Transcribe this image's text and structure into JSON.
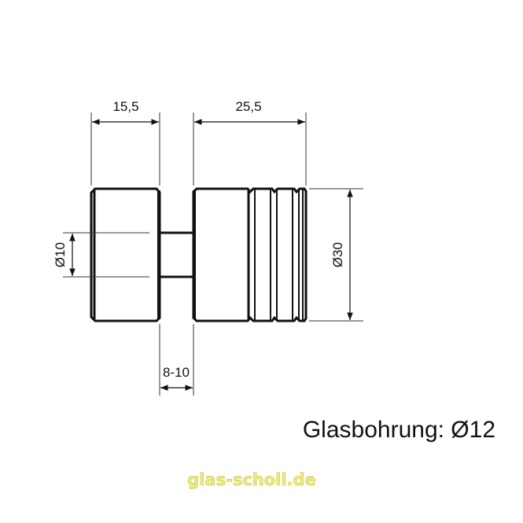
{
  "dimensions": {
    "knob_length": "15,5",
    "body_length": "25,5",
    "shaft_diameter": "Ø10",
    "outer_diameter": "Ø30",
    "glass_thickness": "8-10"
  },
  "caption": "Glasbohrung: Ø12",
  "logo_text": "glas-scholl.de",
  "colors": {
    "line": "#111111",
    "logo": "#eeea7a"
  }
}
